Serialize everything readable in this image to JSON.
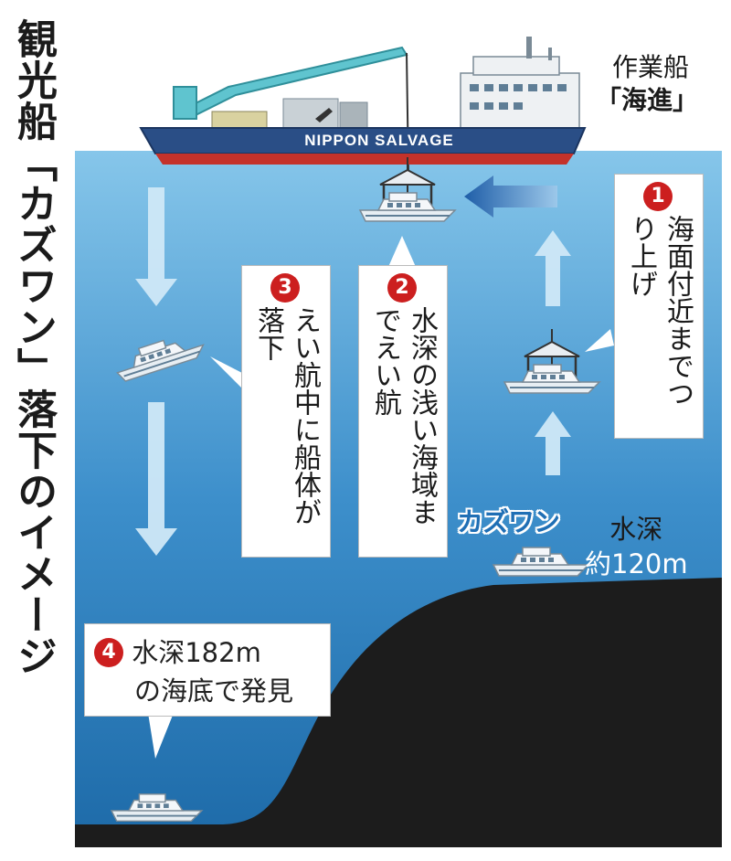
{
  "title": "観光船「カズワン」落下のイメージ",
  "ship_label": {
    "line1": "作業船",
    "line2": "「海進」"
  },
  "ship_hull_text": "NIPPON SALVAGE",
  "steps": [
    {
      "num": "1",
      "text": "海面付近までつり上げ"
    },
    {
      "num": "2",
      "text": "水深の浅い海域までえい航"
    },
    {
      "num": "3",
      "text": "えい航中に船体が落下"
    },
    {
      "num": "4",
      "text1": "水深182m",
      "text2": "の海底で発見"
    }
  ],
  "boat_name": "カズワン",
  "depth_start": {
    "line1": "水深",
    "line2": "約120m"
  },
  "colors": {
    "sea_top": "#86c6ea",
    "sea_bottom": "#1d6aa8",
    "seabed": "#1c1c1c",
    "arrow_light": "#cfe8f7",
    "arrow_dark": "#1f5ea8",
    "number_badge": "#cc1f1f",
    "hull_blue": "#2a4e86",
    "hull_red": "#c4322a"
  }
}
